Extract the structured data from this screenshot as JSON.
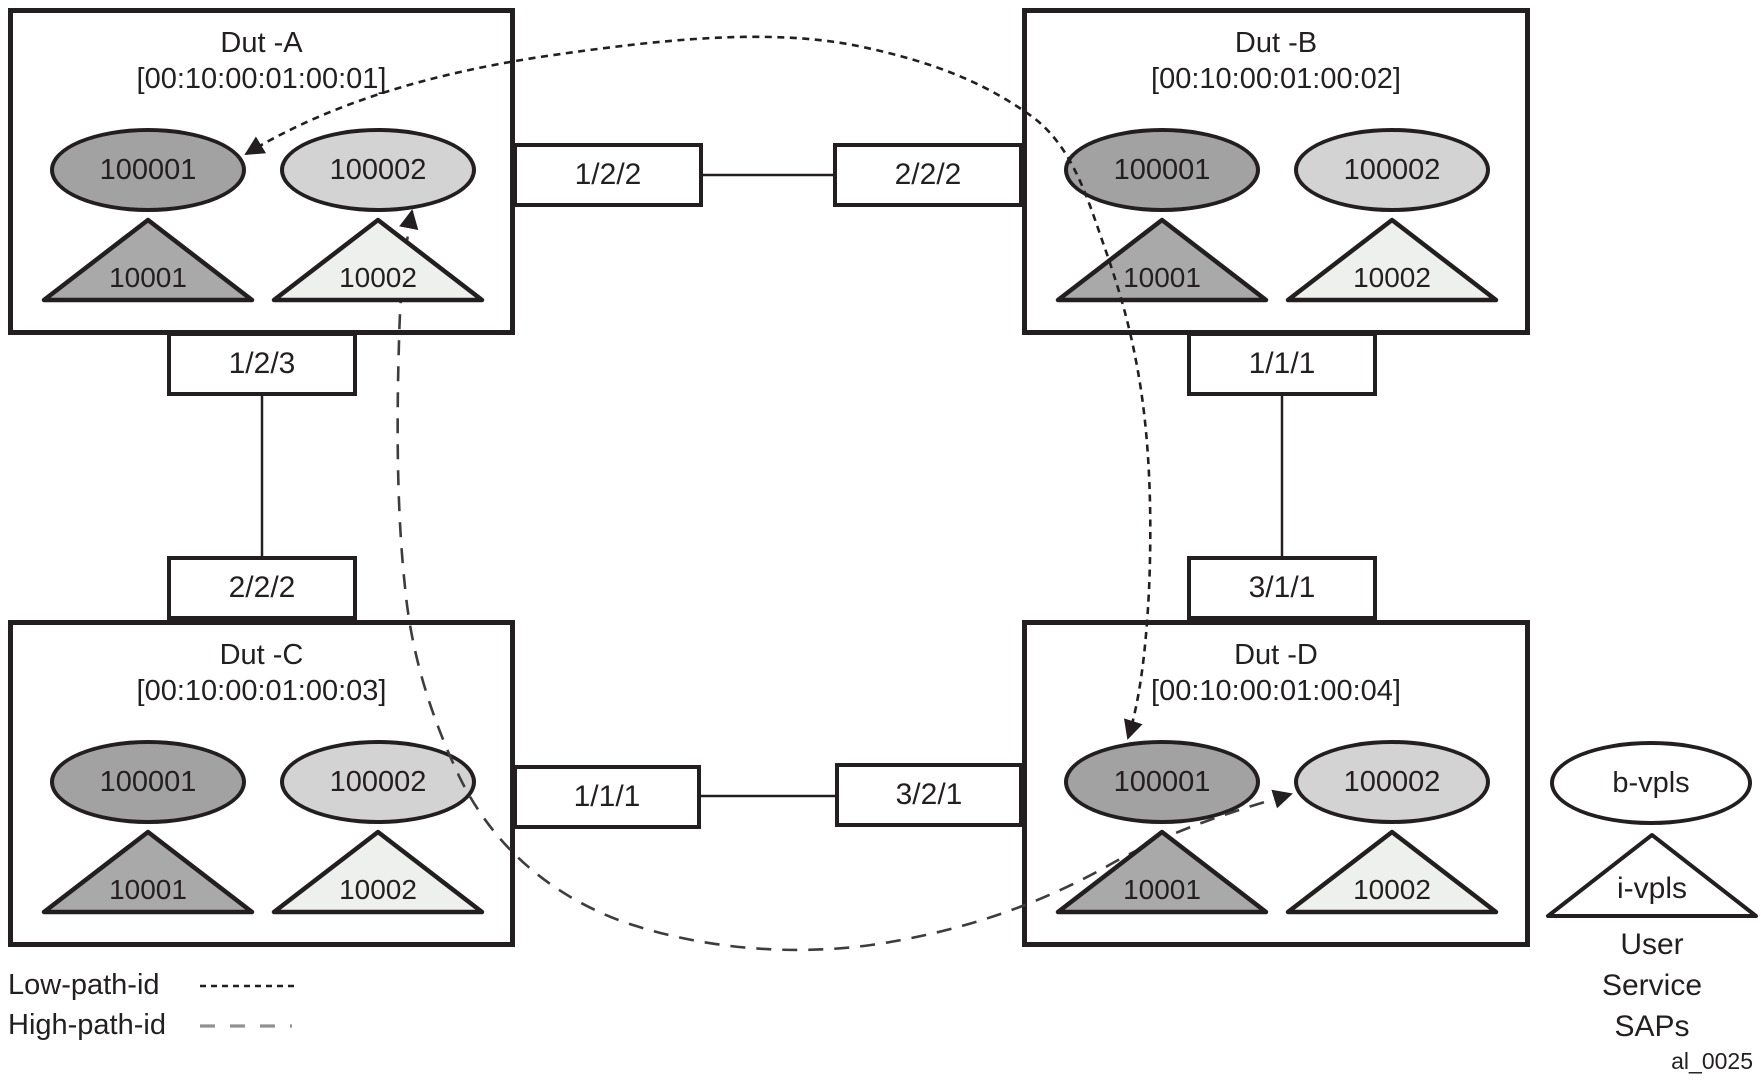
{
  "nodes": {
    "a": {
      "title": "Dut -A",
      "mac": "[00:10:00:01:00:01]",
      "bvpls": [
        "100001",
        "100002"
      ],
      "ivpls": [
        "10001",
        "10002"
      ]
    },
    "b": {
      "title": "Dut -B",
      "mac": "[00:10:00:01:00:02]",
      "bvpls": [
        "100001",
        "100002"
      ],
      "ivpls": [
        "10001",
        "10002"
      ]
    },
    "c": {
      "title": "Dut -C",
      "mac": "[00:10:00:01:00:03]",
      "bvpls": [
        "100001",
        "100002"
      ],
      "ivpls": [
        "10001",
        "10002"
      ]
    },
    "d": {
      "title": "Dut -D",
      "mac": "[00:10:00:01:00:04]",
      "bvpls": [
        "100001",
        "100002"
      ],
      "ivpls": [
        "10001",
        "10002"
      ]
    }
  },
  "ports": {
    "a_right": "1/2/2",
    "b_left": "2/2/2",
    "a_bottom": "1/2/3",
    "c_top": "2/2/2",
    "b_bottom": "1/1/1",
    "d_top": "3/1/1",
    "c_right": "1/1/1",
    "d_left": "3/2/1"
  },
  "path_legend": {
    "low_label": "Low-path-id",
    "high_label": "High-path-id"
  },
  "sap_legend": {
    "bvpls": "b-vpls",
    "ivpls": "i-vpls",
    "caption_lines": [
      "User",
      "Service",
      "SAPs"
    ]
  },
  "figure_id": "al_0025",
  "colors": {
    "bvpls_1": "#a2a2a2",
    "bvpls_2": "#d3d3d3",
    "ivpls_1": "#a9a9a9",
    "ivpls_2": "#eef0ee",
    "outline": "#231f20",
    "low_path": "#231f20",
    "high_path": "#3d3d3d",
    "high_path_legend": "#919191"
  }
}
